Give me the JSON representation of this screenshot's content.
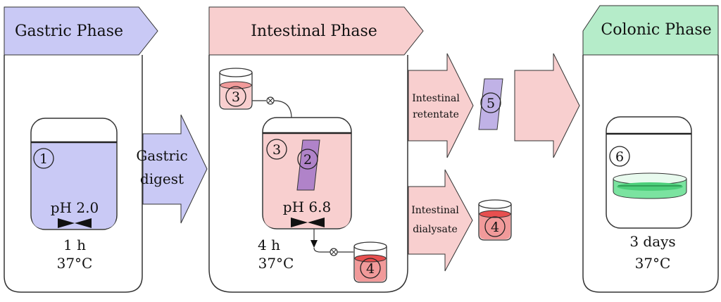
{
  "phases": {
    "gastric": {
      "title": "Gastric Phase",
      "ph": "pH 2.0",
      "time": "1 h",
      "temp": "37°C",
      "color": "#c9c9f5"
    },
    "intestinal": {
      "title": "Intestinal Phase",
      "ph": "pH 6.8",
      "time": "4 h",
      "temp": "37°C",
      "color": "#f8cfcf"
    },
    "colonic": {
      "title": "Colonic Phase",
      "time": "3 days",
      "temp": "37°C",
      "color": "#b5ecc9"
    }
  },
  "arrows": {
    "gastric_digest_line1": "Gastric",
    "gastric_digest_line2": "digest",
    "retentate_line1": "Intestinal",
    "retentate_line2": "retentate",
    "dialysate_line1": "Intestinal",
    "dialysate_line2": "dialysate"
  },
  "markers": {
    "m1": "1",
    "m2": "2",
    "m3": "3",
    "m4": "4",
    "m5": "5",
    "m6": "6"
  },
  "colors": {
    "gastric_liquid": "#c9c9f5",
    "intestinal_liquid": "#f8cfcf",
    "dialysis_bag": "#b083c9",
    "dialysate_red": "#ee6b6b",
    "colonic_green": "#7be3a0",
    "outline": "#333333"
  }
}
